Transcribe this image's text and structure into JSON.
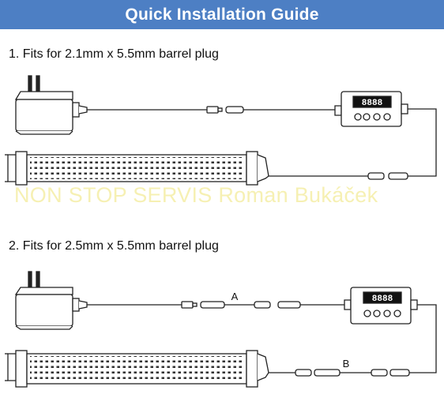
{
  "header": {
    "title": "Quick Installation Guide"
  },
  "steps": [
    {
      "label": "1. Fits for 2.1mm x 5.5mm barrel plug"
    },
    {
      "label": "2. Fits for 2.5mm x 5.5mm barrel plug"
    }
  ],
  "connectors": {
    "a": "A",
    "b": "B"
  },
  "watermark": "NON STOP SERVIS Roman Bukáček",
  "colors": {
    "banner": "#4d7fc4",
    "line": "#222222",
    "watermark": "#f3ec9a"
  }
}
